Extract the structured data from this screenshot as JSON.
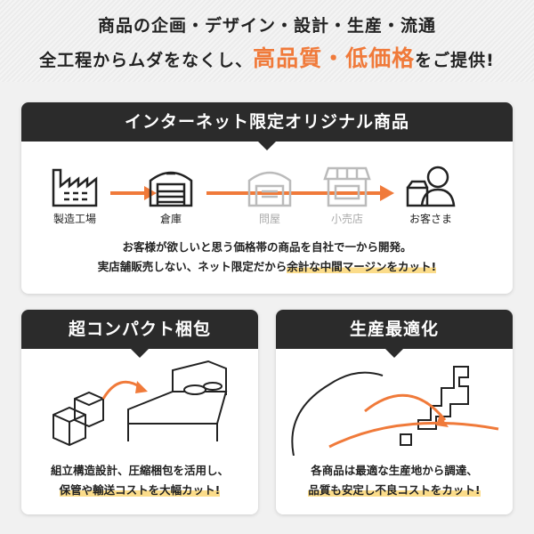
{
  "header": {
    "line1": "商品の企画・デザイン・設計・生産・流通",
    "line2_pre": "全工程からムダをなくし、",
    "line2_highlight": "高品質・低価格",
    "line2_post": "をご提供!"
  },
  "colors": {
    "accent": "#f07a3a",
    "dark": "#2b2b2b",
    "marker": "#fbdc8a"
  },
  "online": {
    "title": "インターネット限定オリジナル商品",
    "steps": [
      {
        "label": "製造工場",
        "icon": "factory-icon"
      },
      {
        "label": "倉庫",
        "icon": "warehouse-icon"
      },
      {
        "label": "問屋",
        "icon": "wholesaler-icon"
      },
      {
        "label": "小売店",
        "icon": "store-icon"
      },
      {
        "label": "お客さま",
        "icon": "customer-icon"
      }
    ],
    "desc1": "お客様が欲しいと思う価格帯の商品を自社で一から開発。",
    "desc2_pre": "実店舗販売しない、ネット限定だから",
    "desc2_mark": "余計な中間マージンをカット!"
  },
  "packing": {
    "title": "超コンパクト梱包",
    "desc1": "組立構造設計、圧縮梱包を活用し、",
    "desc2": "保管や輸送コストを大幅カット!"
  },
  "production": {
    "title": "生産最適化",
    "desc1": "各商品は最適な生産地から調達、",
    "desc2": "品質も安定し不良コストをカット!"
  }
}
